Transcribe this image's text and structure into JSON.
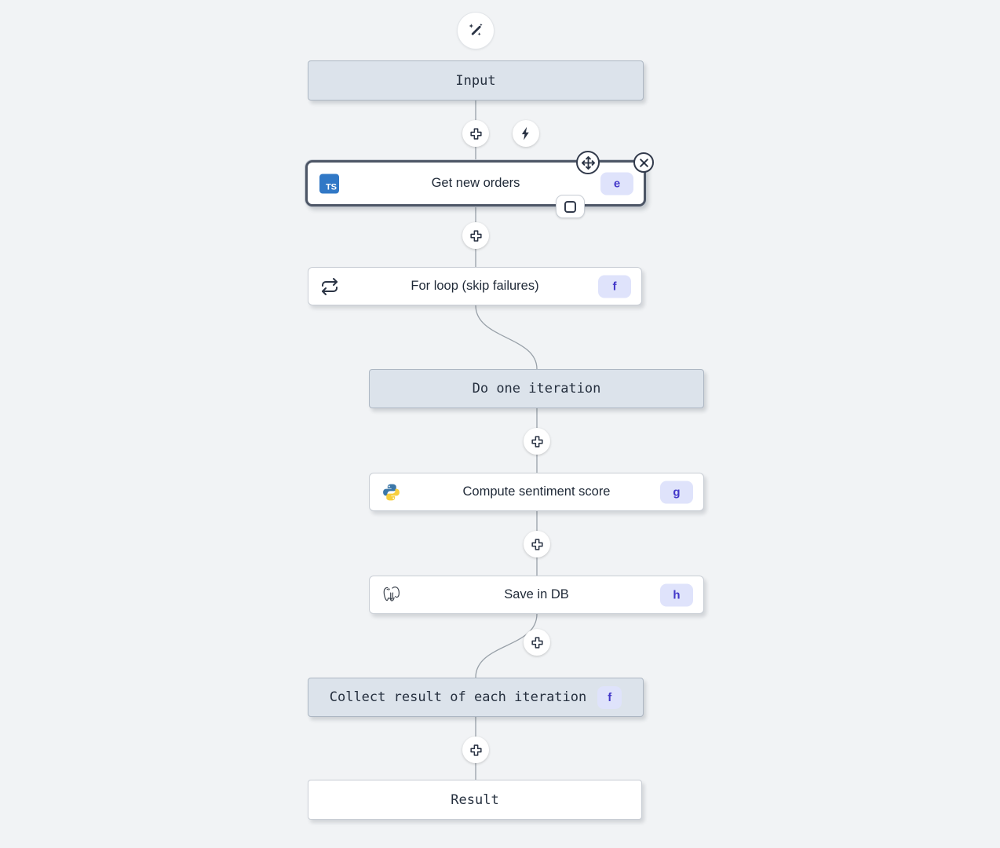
{
  "canvas": {
    "background": "#f1f3f5",
    "edge_color": "#98a0a8"
  },
  "colors": {
    "virtual_node_bg": "#dce3eb",
    "selected_border": "#4d5666",
    "badge_bg": "#dfe3fb",
    "badge_text": "#4338c9",
    "typescript_blue": "#3178c6",
    "icon_dark": "#2a3344"
  },
  "top_actions": {
    "ai_wand_icon": "wand-sparkles-icon",
    "trigger_icon": "lightning-bolt-icon"
  },
  "nodes": {
    "input": {
      "label": "Input",
      "type": "virtual"
    },
    "get_new_orders": {
      "label": "Get new orders",
      "badge": "e",
      "icon": "typescript",
      "icon_text": "TS",
      "selected": true
    },
    "for_loop": {
      "label": "For loop (skip failures)",
      "badge": "f",
      "icon": "repeat"
    },
    "do_one_iteration": {
      "label": "Do one iteration",
      "type": "virtual"
    },
    "compute_sentiment": {
      "label": "Compute sentiment score",
      "badge": "g",
      "icon": "python"
    },
    "save_in_db": {
      "label": "Save in DB",
      "badge": "h",
      "icon": "postgresql"
    },
    "collect_result": {
      "label": "Collect result of each iteration",
      "badge": "f",
      "type": "virtual"
    },
    "result": {
      "label": "Result",
      "type": "virtual"
    }
  }
}
